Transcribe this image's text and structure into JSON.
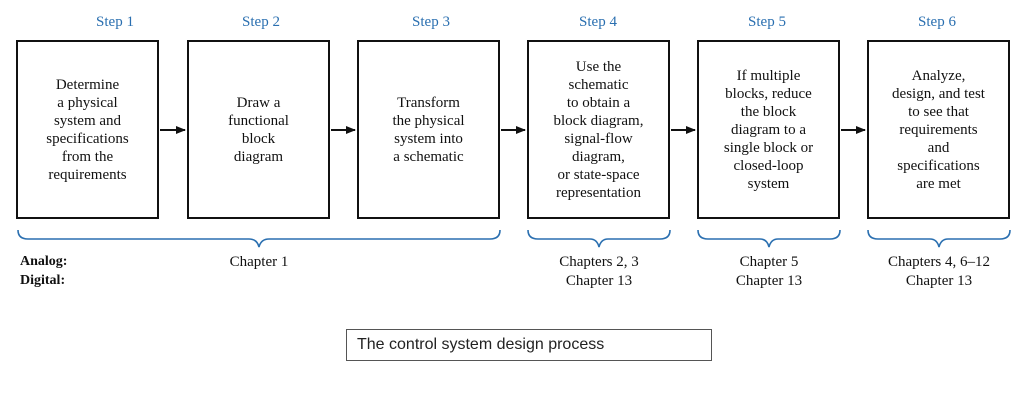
{
  "steps": [
    {
      "label": "Step 1",
      "text": "Determine\na physical\nsystem and\nspecifications\nfrom the\nrequirements"
    },
    {
      "label": "Step 2",
      "text": "Draw a\nfunctional\nblock\ndiagram"
    },
    {
      "label": "Step 3",
      "text": "Transform\nthe physical\nsystem into\na schematic"
    },
    {
      "label": "Step 4",
      "text": "Use the\nschematic\nto obtain a\nblock diagram,\nsignal-flow\ndiagram,\nor state-space\nrepresentation"
    },
    {
      "label": "Step 5",
      "text": "If multiple\nblocks, reduce\nthe block\ndiagram to a\nsingle block or\nclosed-loop\nsystem"
    },
    {
      "label": "Step 6",
      "text": "Analyze,\ndesign, and test\nto see that\nrequirements\nand\nspecifications\nare met"
    }
  ],
  "rows": {
    "analog_label": "Analog:",
    "digital_label": "Digital:"
  },
  "chapters": [
    {
      "analog": "Chapter 1",
      "digital": ""
    },
    {
      "analog": "Chapters 2, 3",
      "digital": "Chapter 13"
    },
    {
      "analog": "Chapter 5",
      "digital": "Chapter 13"
    },
    {
      "analog": "Chapters 4, 6–12",
      "digital": "Chapter 13"
    }
  ],
  "caption": "The control system design process",
  "colors": {
    "step_label": "#2a6fb0",
    "brace": "#2a6fb0",
    "box_border": "#111111"
  }
}
